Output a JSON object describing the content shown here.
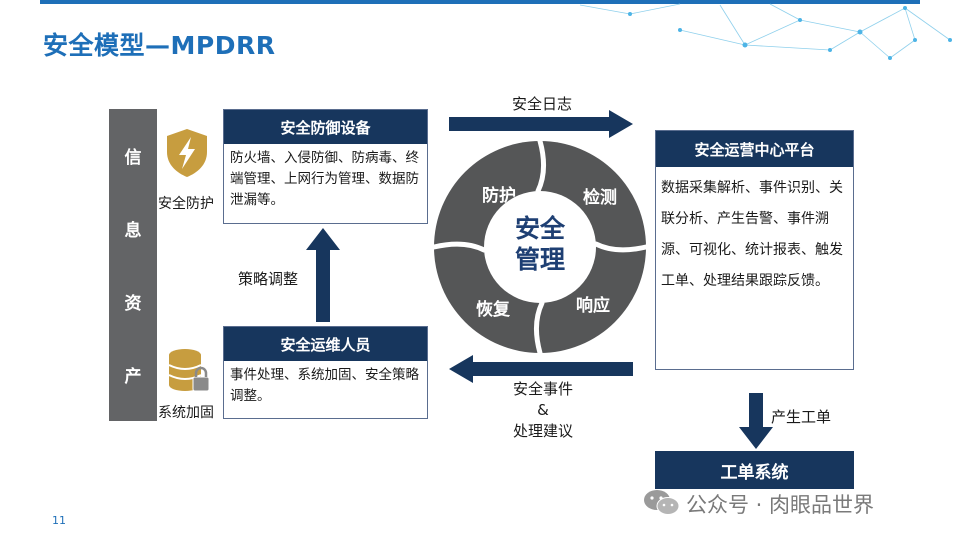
{
  "title": "安全模型—MPDRR",
  "page_number": "11",
  "colors": {
    "accent": "#1e6fb8",
    "navy": "#17365d",
    "gray": "#636466",
    "ring": "#555657",
    "gold": "#c79d3f"
  },
  "asset_bar": {
    "chars": [
      "信",
      "息",
      "资",
      "产"
    ]
  },
  "defense": {
    "icon_label": "安全防护",
    "header": "安全防御设备",
    "body": "防火墙、入侵防御、防病毒、终端管理、上网行为管理、数据防泄漏等。"
  },
  "ops": {
    "icon_label": "系统加固",
    "header": "安全运维人员",
    "body": "事件处理、系统加固、安全策略调整。"
  },
  "soc": {
    "header": "安全运营中心平台",
    "body": "数据采集解析、事件识别、关联分析、产生告警、事件溯源、可视化、统计报表、触发工单、处理结果跟踪反馈。"
  },
  "ticket": {
    "header": "工单系统"
  },
  "arrows": {
    "log": "安全日志",
    "policy": "策略调整",
    "event_line1": "安全事件",
    "event_line2": "&",
    "event_line3": "处理建议",
    "ticket": "产生工单"
  },
  "cycle": {
    "center_line1": "安全",
    "center_line2": "管理",
    "segments": [
      "防护",
      "检测",
      "响应",
      "恢复"
    ]
  },
  "watermark": "公众号 · 肉眼品世界"
}
